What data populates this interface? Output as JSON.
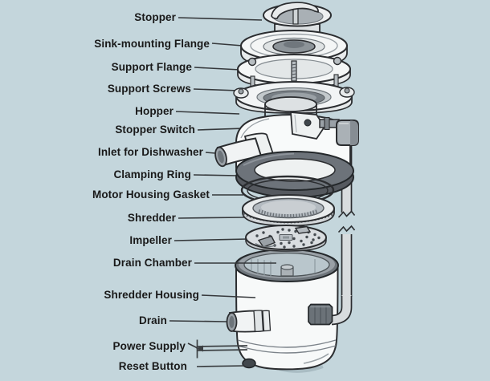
{
  "labels": [
    {
      "id": "stopper",
      "text": "Stopper"
    },
    {
      "id": "sink-mounting-flange",
      "text": "Sink-mounting Flange"
    },
    {
      "id": "support-flange",
      "text": "Support Flange"
    },
    {
      "id": "support-screws",
      "text": "Support Screws"
    },
    {
      "id": "hopper",
      "text": "Hopper"
    },
    {
      "id": "stopper-switch",
      "text": "Stopper Switch"
    },
    {
      "id": "inlet-for-dishwasher",
      "text": "Inlet for Dishwasher"
    },
    {
      "id": "clamping-ring",
      "text": "Clamping Ring"
    },
    {
      "id": "motor-housing-gasket",
      "text": "Motor Housing Gasket"
    },
    {
      "id": "shredder",
      "text": "Shredder"
    },
    {
      "id": "impeller",
      "text": "Impeller"
    },
    {
      "id": "drain-chamber",
      "text": "Drain Chamber"
    },
    {
      "id": "shredder-housing",
      "text": "Shredder Housing"
    },
    {
      "id": "drain",
      "text": "Drain"
    },
    {
      "id": "power-supply",
      "text": "Power Supply"
    },
    {
      "id": "reset-button",
      "text": "Reset Button"
    }
  ],
  "colors": {
    "background": "#c4d6dc",
    "outline": "#2b2d30",
    "label_text": "#191919",
    "leader_line": "#35383b",
    "part_white": "#f6f8f8",
    "dark_ring": "#5f646a",
    "metal_gray": "#a9b0b5",
    "chamber_interior": "#b9c6cc"
  }
}
